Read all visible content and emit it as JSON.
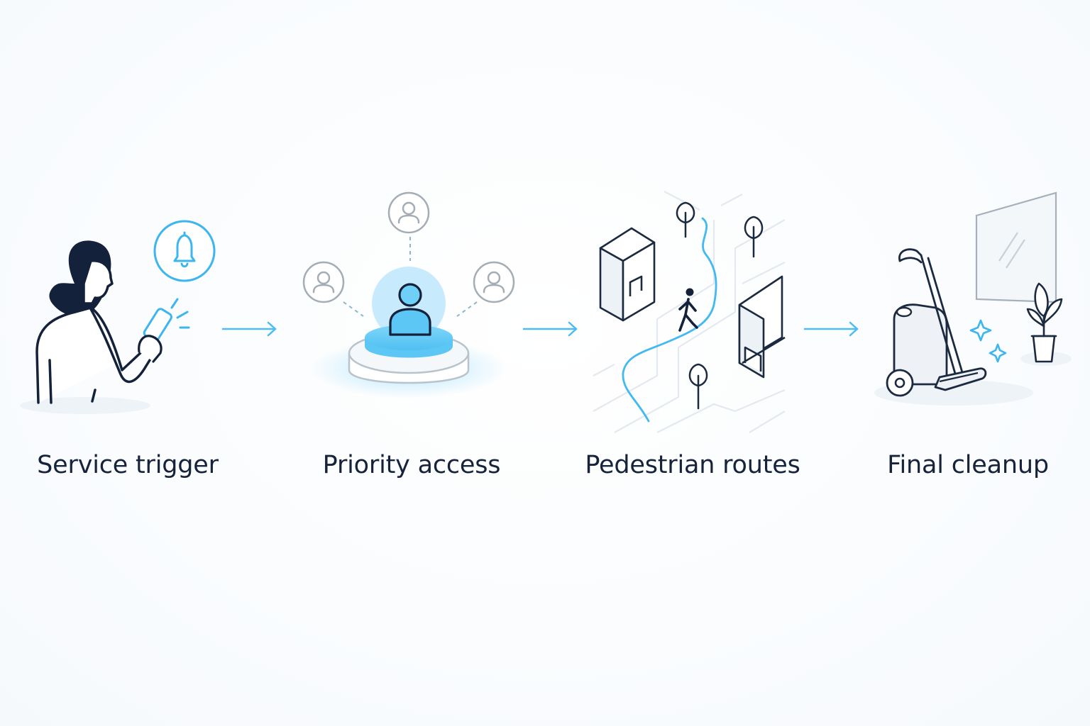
{
  "steps": [
    {
      "label": "Service trigger",
      "icon": "person-with-phone-bell-icon"
    },
    {
      "label": "Priority access",
      "icon": "priority-user-platform-icon"
    },
    {
      "label": "Pedestrian routes",
      "icon": "walking-route-map-icon"
    },
    {
      "label": "Final cleanup",
      "icon": "vacuum-cleaner-icon"
    }
  ],
  "colors": {
    "accent": "#3db5ee",
    "accent_light": "#7fd3f7",
    "ink": "#16233a",
    "muted": "#9aa3ad",
    "background": "#f9fbfd"
  }
}
